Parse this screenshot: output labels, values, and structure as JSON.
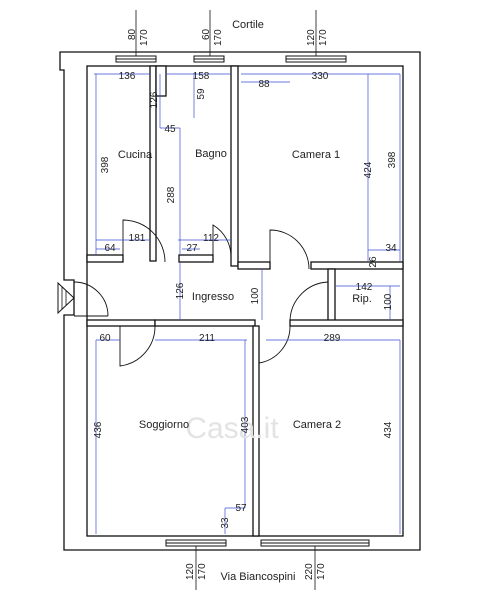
{
  "labels": {
    "top_street": "Cortile",
    "bottom_street": "Via Biancospini",
    "watermark": "Casa.it"
  },
  "rooms": {
    "cucina": "Cucina",
    "bagno": "Bagno",
    "camera1": "Camera 1",
    "ingresso": "Ingresso",
    "rip": "Rip.",
    "soggiorno": "Soggiorno",
    "camera2": "Camera 2"
  },
  "window_dims": {
    "w1_a": "80",
    "w1_b": "170",
    "w2_a": "60",
    "w2_b": "170",
    "w3_a": "120",
    "w3_b": "170",
    "w4_a": "120",
    "w4_b": "170",
    "w5_a": "220",
    "w5_b": "170"
  },
  "dims": {
    "d136": "136",
    "d158": "158",
    "d330": "330",
    "d88": "88",
    "d126a": "126",
    "d59": "59",
    "d45": "45",
    "d398a": "398",
    "d288": "288",
    "d424": "424",
    "d398b": "398",
    "d181": "181",
    "d64": "64",
    "d27": "27",
    "d112": "112",
    "d26": "26",
    "d34": "34",
    "d126b": "126",
    "d100a": "100",
    "d142": "142",
    "d100b": "100",
    "d60": "60",
    "d211": "211",
    "d289": "289",
    "d436": "436",
    "d403": "403",
    "d434": "434",
    "d57": "57",
    "d33": "33"
  }
}
